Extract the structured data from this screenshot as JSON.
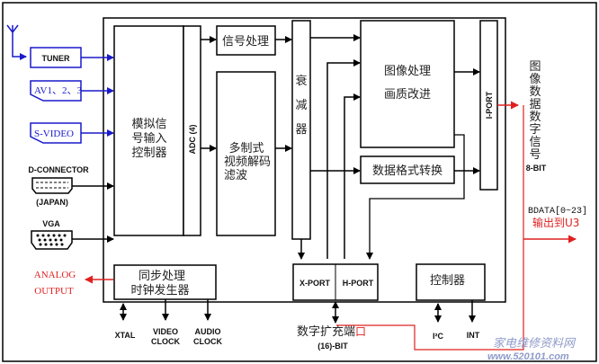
{
  "colors": {
    "input_blue": "#1a1acc",
    "output_red": "#e02020",
    "line_black": "#000000",
    "watermark": "#8f9bc9"
  },
  "inputs": {
    "antenna_icon": "antenna-icon",
    "tuner": "TUNER",
    "av": "AV1、2、3",
    "svideo": "S-VIDEO",
    "dconnector": "D-CONNECTOR",
    "dconnector_sub": "(JAPAN)",
    "vga": "VGA",
    "analog_output_line1": "ANALOG",
    "analog_output_line2": "OUTPUT"
  },
  "blocks": {
    "analog_input_ctrl": [
      "模拟信",
      "号输入",
      "控制器"
    ],
    "adc": "ADC (4)",
    "signal_proc": "信号处理",
    "multi_decoder": [
      "多制式",
      "视频解码",
      "滤波"
    ],
    "attenuator": [
      "衰",
      "减",
      "器"
    ],
    "image_proc": [
      "图像处理",
      "画质改进"
    ],
    "format_conv": "数据格式转换",
    "iport": "I-PORT",
    "xport": "X-PORT",
    "hport": "H-PORT",
    "sync_clock": [
      "同步处理",
      "时钟发生器"
    ],
    "controller": "控制器"
  },
  "bottom_pins": {
    "xtal": "XTAL",
    "video_clock": [
      "VIDEO",
      "CLOCK"
    ],
    "audio_clock": [
      "AUDIO",
      "CLOCK"
    ],
    "expansion_port_black": "数字扩充端",
    "expansion_port_red": "口",
    "expansion_bits": "(16)-BIT",
    "i2c": "I²C",
    "int": "INT"
  },
  "outputs": {
    "image_digital_signal": [
      "图",
      "像",
      "数",
      "据",
      "数",
      "字",
      "信",
      "号"
    ],
    "bits": "8-BIT",
    "bdata": "BDATA[0~23]",
    "to_u3": "输出到U3"
  },
  "watermark": {
    "line1": "家电维修资料网",
    "line2": "www.520101.com"
  }
}
